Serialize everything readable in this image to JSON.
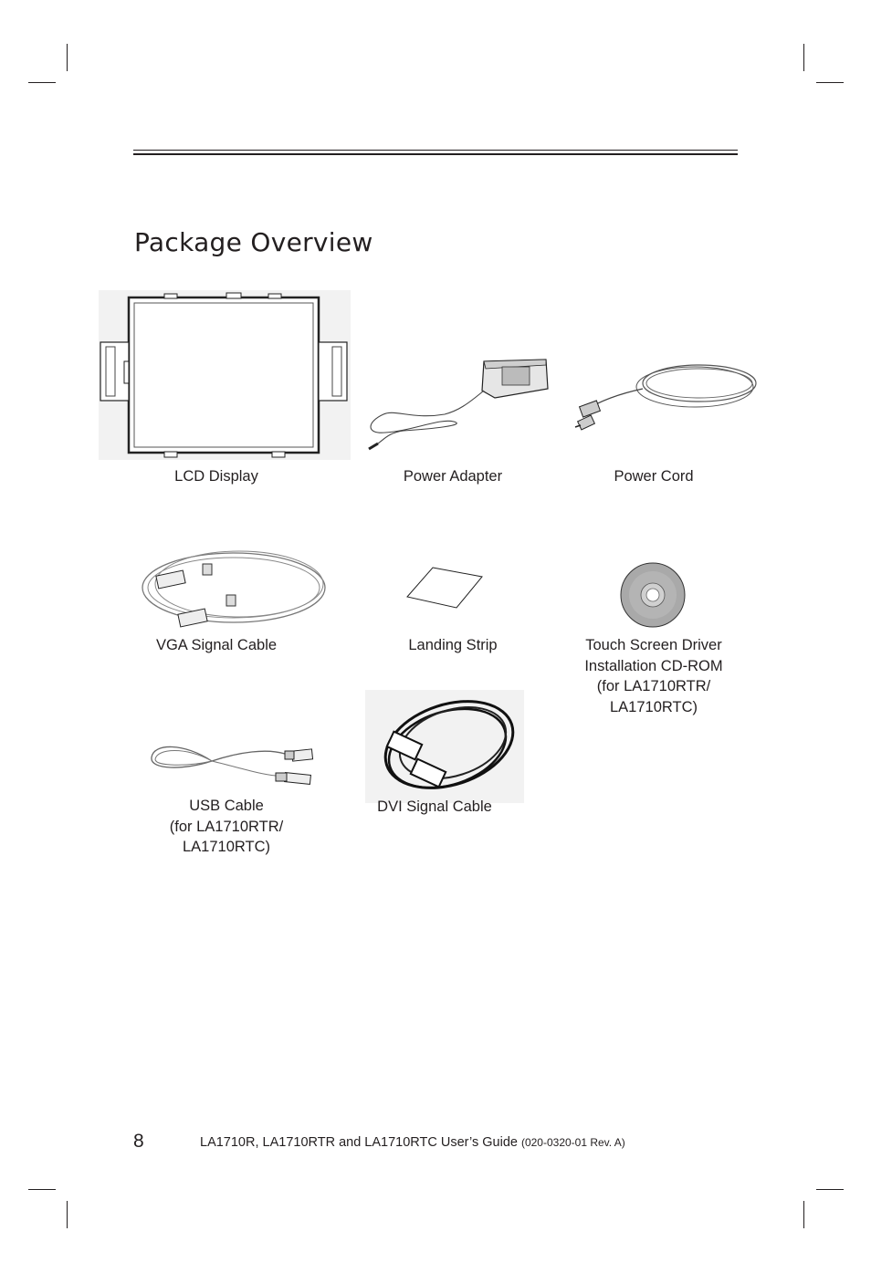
{
  "page": {
    "title": "Package Overview",
    "page_number": "8",
    "footer_title": "LA1710R, LA1710RTR and LA1710RTC User’s Guide",
    "footer_code": "(020-0320-01 Rev. A)"
  },
  "items": {
    "lcd_display": {
      "caption": "LCD Display",
      "icon": "lcd-display-illustration"
    },
    "power_adapter": {
      "caption": "Power Adapter",
      "icon": "power-adapter-illustration"
    },
    "power_cord": {
      "caption": "Power Cord",
      "icon": "power-cord-illustration"
    },
    "vga_cable": {
      "caption": "VGA Signal Cable",
      "icon": "vga-cable-illustration"
    },
    "landing_strip": {
      "caption": "Landing Strip",
      "icon": "landing-strip-illustration"
    },
    "cd_rom": {
      "caption_lines": [
        "Touch Screen Driver",
        "Installation CD-ROM",
        "(for LA1710RTR/",
        "LA1710RTC)"
      ],
      "icon": "cd-rom-illustration"
    },
    "usb_cable": {
      "caption_lines": [
        "USB Cable",
        "(for LA1710RTR/",
        "LA1710RTC)"
      ],
      "icon": "usb-cable-illustration"
    },
    "dvi_cable": {
      "caption": "DVI Signal Cable",
      "icon": "dvi-cable-illustration"
    }
  }
}
